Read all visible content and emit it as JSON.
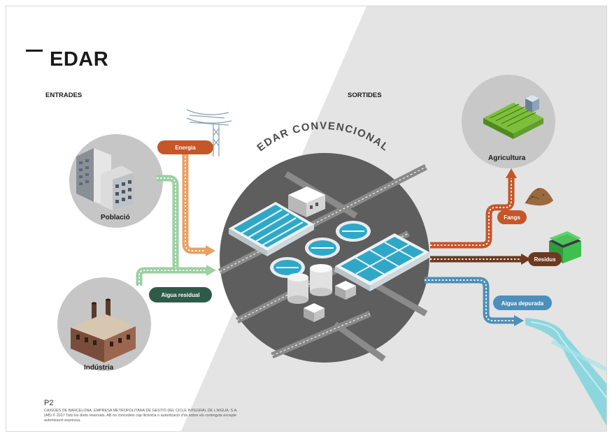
{
  "page": {
    "title": "EDAR",
    "section_inputs": "ENTRADES",
    "section_outputs": "SORTIDES",
    "plant_label": "EDAR CONVENCIONAL",
    "page_number": "P2",
    "footer_text": "CAIGÜES DE BARCELONA, EMPRESA METROPOLITANA DE GESTIÓ DEL CICLE INTEGRAL DE L'AIGUA, S.A. (AB) © 2017 Tots els drets reservats. AB no concedeix cap llicència o autorització d'ús sobre els continguts excepte autorització expressa."
  },
  "inputs": {
    "population": "Població",
    "industry": "Indústria",
    "energy": "Energia",
    "wastewater": "Aigua residual"
  },
  "outputs": {
    "agriculture": "Agricultura",
    "sludge": "Fangs",
    "waste": "Residus",
    "treated_water": "Aigua depurada"
  },
  "colors": {
    "energy": "#c4562a",
    "energy_arrow": "#e8a064",
    "wastewater_tag": "#2f5a4a",
    "wastewater_arrow": "#9ad0a2",
    "sludge": "#c4562a",
    "waste": "#6b3a1f",
    "treated_water": "#4d8fb8",
    "plant_circle": "#5e5e5e",
    "grey_bg": "#e4e4e4",
    "pond": "#2fa8c8"
  },
  "icons": [
    "power-pylon-icon",
    "buildings-icon",
    "factory-icon",
    "farm-icon",
    "sludge-pile-icon",
    "waste-bin-icon",
    "water-stream-icon"
  ]
}
